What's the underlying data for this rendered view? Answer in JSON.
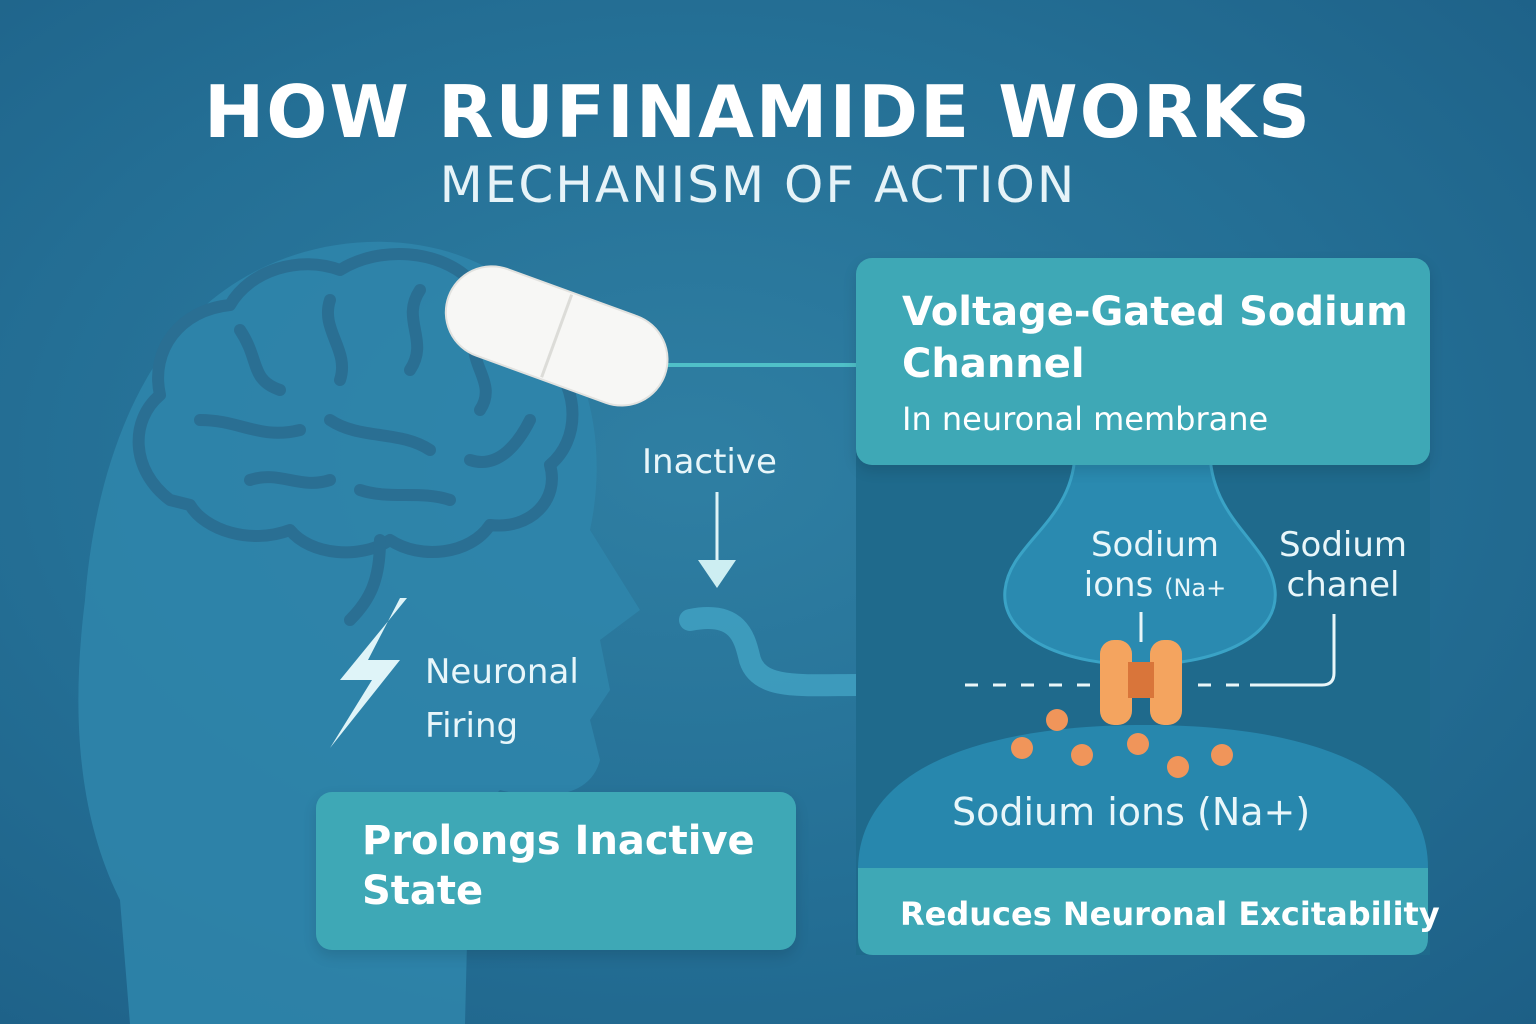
{
  "header": {
    "title": "HOW RUFINAMIDE WORKS",
    "subtitle": "MECHANISM OF ACTION"
  },
  "channel_card": {
    "title": "Voltage-Gated Sodium Channel",
    "subtitle": "In neuronal membrane"
  },
  "labels": {
    "inactive": "Inactive",
    "neuronal_firing": "Neuronal Firing",
    "sodium_ions_top": "Sodium",
    "sodium_ions_top_line2": "ions",
    "sodium_ions_top_small": "(Na+",
    "sodium_channel_line1": "Sodium",
    "sodium_channel_line2": "chanel",
    "sodium_ions_bottom": "Sodium ions (Na+)"
  },
  "prolongs_card": {
    "text": "Prolongs Inactive State"
  },
  "footer": {
    "reduces": "Reduces Neuronal Excitability"
  },
  "colors": {
    "background": "#246f95",
    "card": "#3ea8b6",
    "ion": "#f0955a",
    "channel": "#f4a45f",
    "pill": "#f7f7f5",
    "silhouette": "#3a8eb0"
  },
  "icons": [
    "pill-icon",
    "brain-icon",
    "head-silhouette-icon",
    "lightning-bolt-icon",
    "down-arrow-icon"
  ]
}
